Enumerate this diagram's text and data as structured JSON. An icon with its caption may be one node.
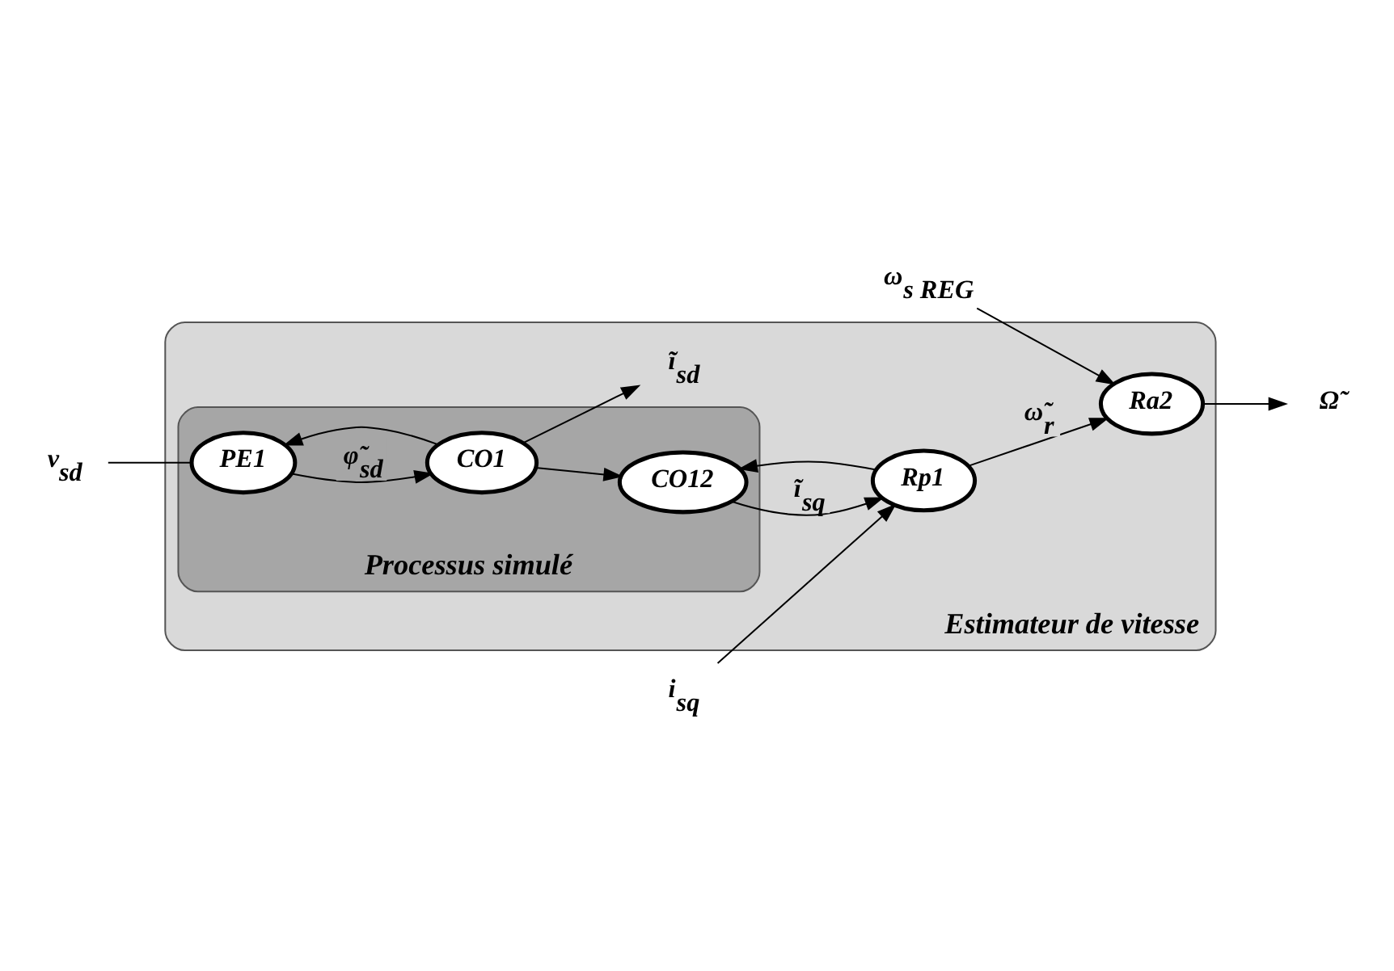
{
  "diagram": {
    "nodes": [
      {
        "text": [
          "Estimateur de vitesse"
        ]
      },
      {
        "text": [
          "Processus simulé"
        ],
        "in": 0
      },
      {
        "text": [
          "PE1"
        ],
        "in": 1
      },
      {
        "text": [
          "CO1"
        ],
        "in": 1
      },
      {
        "text": [
          "CO12"
        ],
        "in": 1
      },
      {
        "text": [
          "Rp1"
        ],
        "in": 0
      },
      {
        "text": [
          "Ra2"
        ],
        "in": 0
      },
      {
        "text": [
          "v$_{sd}$"
        ]
      },
      {
        "text": [
          "ĩ$_{sd}$"
        ],
        "in": 0
      },
      {
        "text": [
          "i$_{sq}$"
        ]
      },
      {
        "text": [
          "ω$_{s REG}$"
        ]
      },
      {
        "text": [
          "Ω̃"
        ]
      }
    ],
    "edges": [
      {
        "from": 7,
        "to": 2,
        "arrow": "none"
      },
      {
        "from": 2,
        "to": 3,
        "arrow": "to",
        "label": "φ̃$_{sd}$"
      },
      {
        "from": 3,
        "to": 8,
        "arrow": "to"
      },
      {
        "from": 3,
        "to": 2,
        "arrow": "to"
      },
      {
        "from": 3,
        "to": 4,
        "arrow": "to"
      },
      {
        "from": 4,
        "to": 5,
        "arrow": "to",
        "label": "ĩ$_{sq}$"
      },
      {
        "from": 5,
        "to": 4,
        "arrow": "to"
      },
      {
        "from": 9,
        "to": 5,
        "arrow": "to"
      },
      {
        "from": 5,
        "to": 6,
        "arrow": "to",
        "label": "ω̃$_{r}$"
      },
      {
        "from": 10,
        "to": 6,
        "arrow": "to"
      },
      {
        "from": 6,
        "to": 11,
        "arrow": "to"
      }
    ]
  }
}
